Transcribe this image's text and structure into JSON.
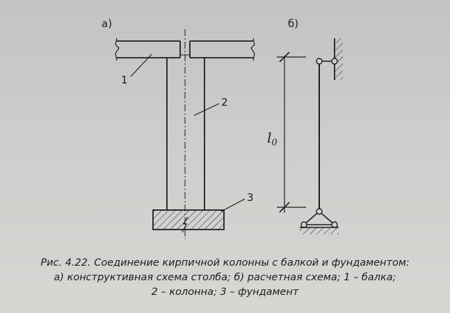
{
  "labels": {
    "panel_a": "а)",
    "panel_b": "б)",
    "beam_num": "1",
    "column_num": "2",
    "foundation_num": "3",
    "effective_length": "l0"
  },
  "caption": {
    "line1": "Рис. 4.22. Соединение кирпичной колонны с балкой и фундаментом:",
    "line2": "а) конструктивная схема столба; б) расчетная схема; 1 – балка;",
    "line3": "2 – колонна; 3 – фундамент"
  },
  "colors": {
    "ink": "#1c1c1c",
    "paper": "#c9cac7"
  }
}
